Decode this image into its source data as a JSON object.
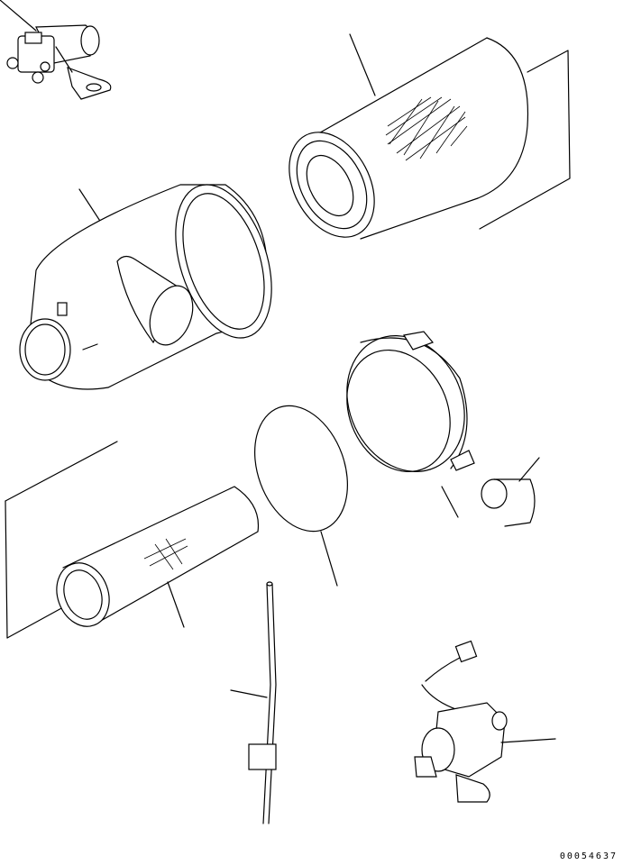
{
  "diagram": {
    "reference_code": "00054637",
    "parts": [
      {
        "id": "relay-top",
        "icon": "solenoid-relay-icon"
      },
      {
        "id": "outer-filter",
        "icon": "filter-element-icon"
      },
      {
        "id": "air-cleaner-body",
        "icon": "air-cleaner-housing-icon"
      },
      {
        "id": "cover",
        "icon": "cover-cap-icon"
      },
      {
        "id": "gasket",
        "icon": "o-ring-icon"
      },
      {
        "id": "valve",
        "icon": "evacuator-valve-icon"
      },
      {
        "id": "inner-filter",
        "icon": "filter-element-icon"
      },
      {
        "id": "rod",
        "icon": "rod-icon"
      },
      {
        "id": "relay-bottom",
        "icon": "solenoid-relay-icon"
      }
    ]
  }
}
